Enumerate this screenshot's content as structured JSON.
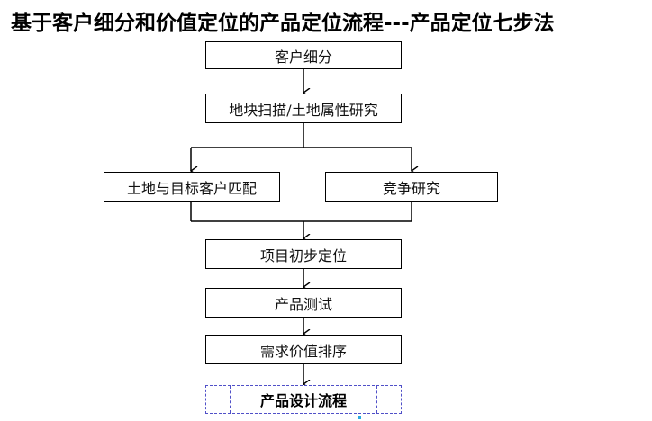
{
  "title": "基于客户细分和价值定位的产品定位流程---产品定位七步法",
  "steps": {
    "customer_segmentation": "客户细分",
    "land_scan": "地块扫描/土地属性研究",
    "land_customer_match": "土地与目标客户匹配",
    "competition_research": "竞争研究",
    "initial_positioning": "项目初步定位",
    "product_testing": "产品测试",
    "value_ranking": "需求价值排序",
    "product_design_process": "产品设计流程"
  },
  "colors": {
    "box_border": "#000000",
    "dashed_border": "#5050c8",
    "accent_mark": "#2aa8e0"
  }
}
